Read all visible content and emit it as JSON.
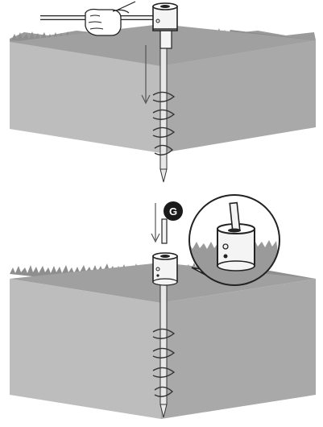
{
  "figure": {
    "steps": [
      {
        "name": "install-anchor-by-turning",
        "icons": [
          "hand-icon",
          "turning-bar-icon",
          "anchor-cap-icon",
          "ground-block-icon",
          "down-arrow-icon",
          "screw-anchor-icon"
        ]
      },
      {
        "name": "insert-rod-into-anchor",
        "callout_letter": "G",
        "icons": [
          "rod-icon",
          "down-arrow-icon",
          "anchor-cap-icon",
          "ground-block-icon",
          "screw-anchor-icon",
          "magnified-callout-icon"
        ]
      }
    ],
    "colors": {
      "ground_top": "#9a9a9a",
      "ground_front": "#bdbdbd",
      "ground_side": "#a8a8a8",
      "outline": "#1a1a1a",
      "badge": "#1a1a1a"
    }
  }
}
